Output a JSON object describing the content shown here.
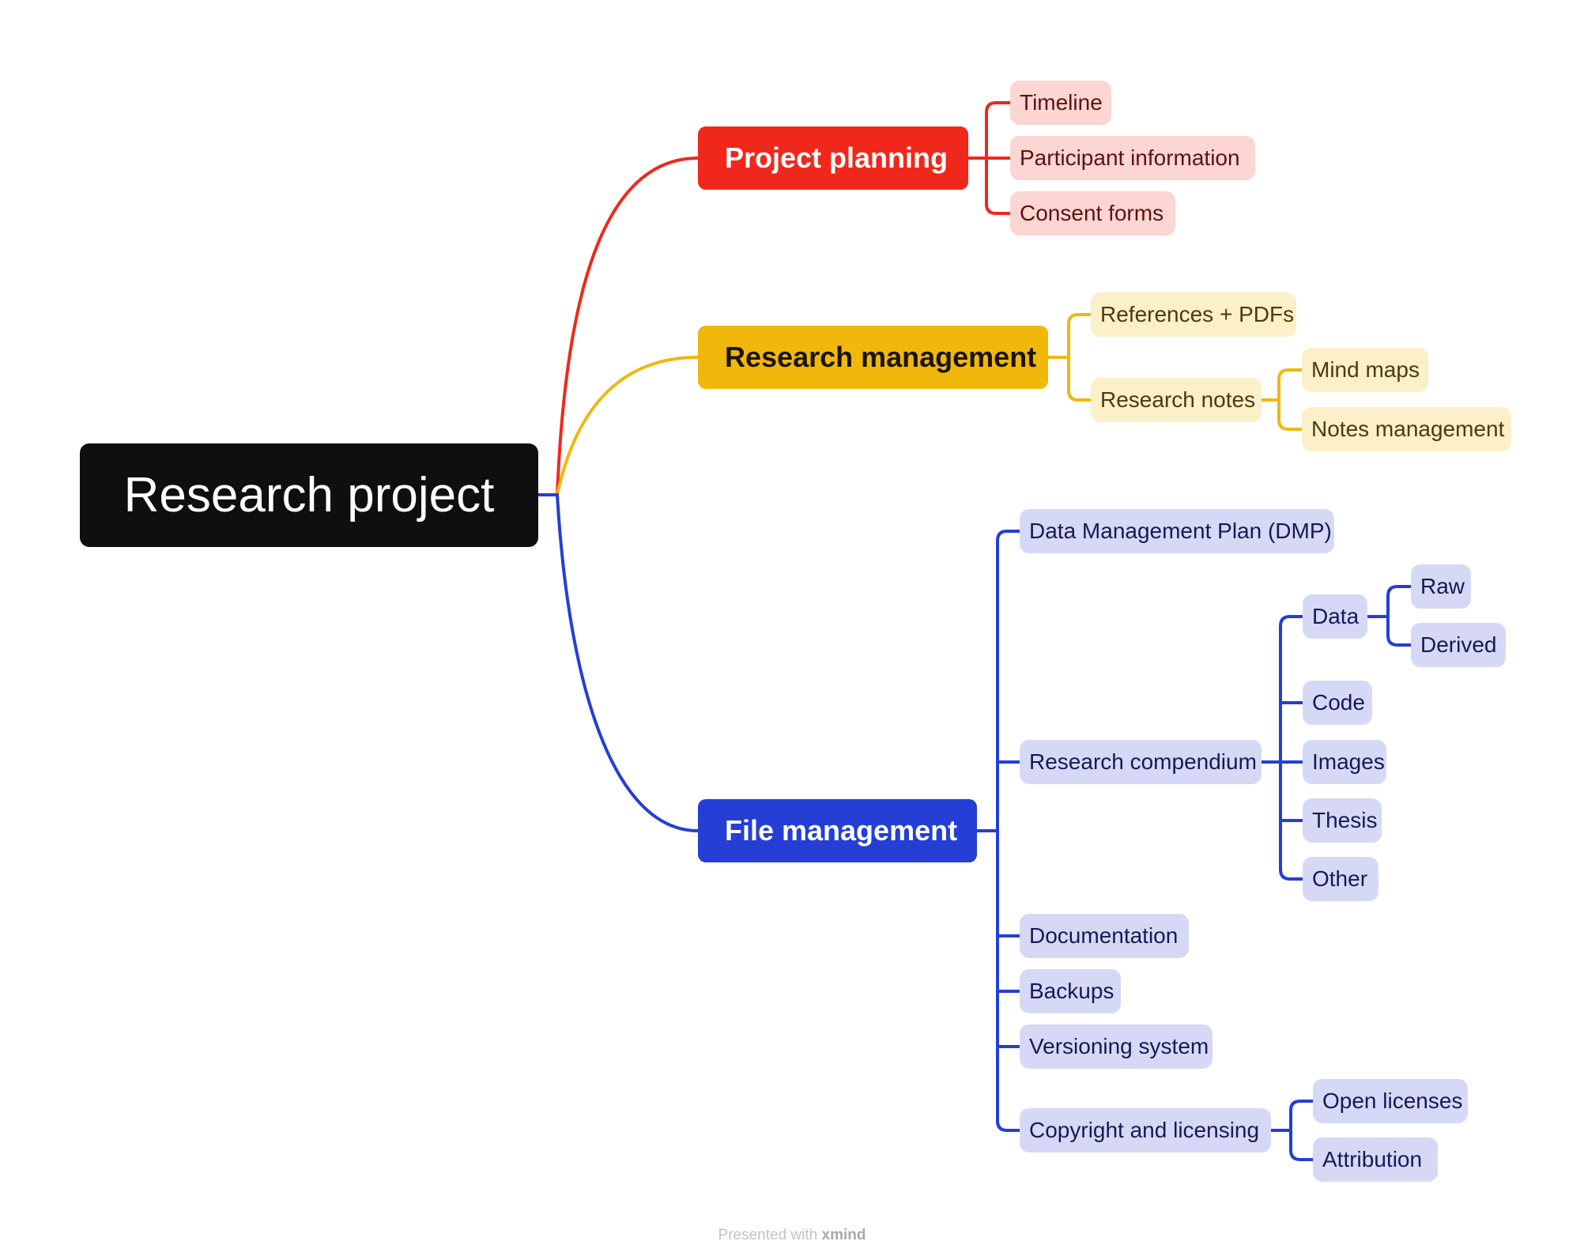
{
  "root": {
    "label": "Research project"
  },
  "branches": {
    "project_planning": {
      "label": "Project planning",
      "color": "#f0281c",
      "children": [
        "Timeline",
        "Participant information",
        "Consent forms"
      ]
    },
    "research_management": {
      "label": "Research management",
      "color": "#f0b80b",
      "children": {
        "references": "References + PDFs",
        "research_notes": "Research notes",
        "notes_children": [
          "Mind maps",
          "Notes management"
        ]
      }
    },
    "file_management": {
      "label": "File management",
      "color": "#243ed6",
      "children": {
        "dmp": "Data Management Plan (DMP)",
        "compendium": "Research compendium",
        "compendium_children": {
          "data": "Data",
          "data_children": [
            "Raw",
            "Derived"
          ],
          "others": [
            "Code",
            "Images",
            "Thesis",
            "Other"
          ]
        },
        "documentation": "Documentation",
        "backups": "Backups",
        "versioning": "Versioning system",
        "copyright": "Copyright and licensing",
        "copyright_children": [
          "Open licenses",
          "Attribution"
        ]
      }
    }
  },
  "footer": {
    "prefix": "Presented with",
    "brand": "xmind"
  }
}
